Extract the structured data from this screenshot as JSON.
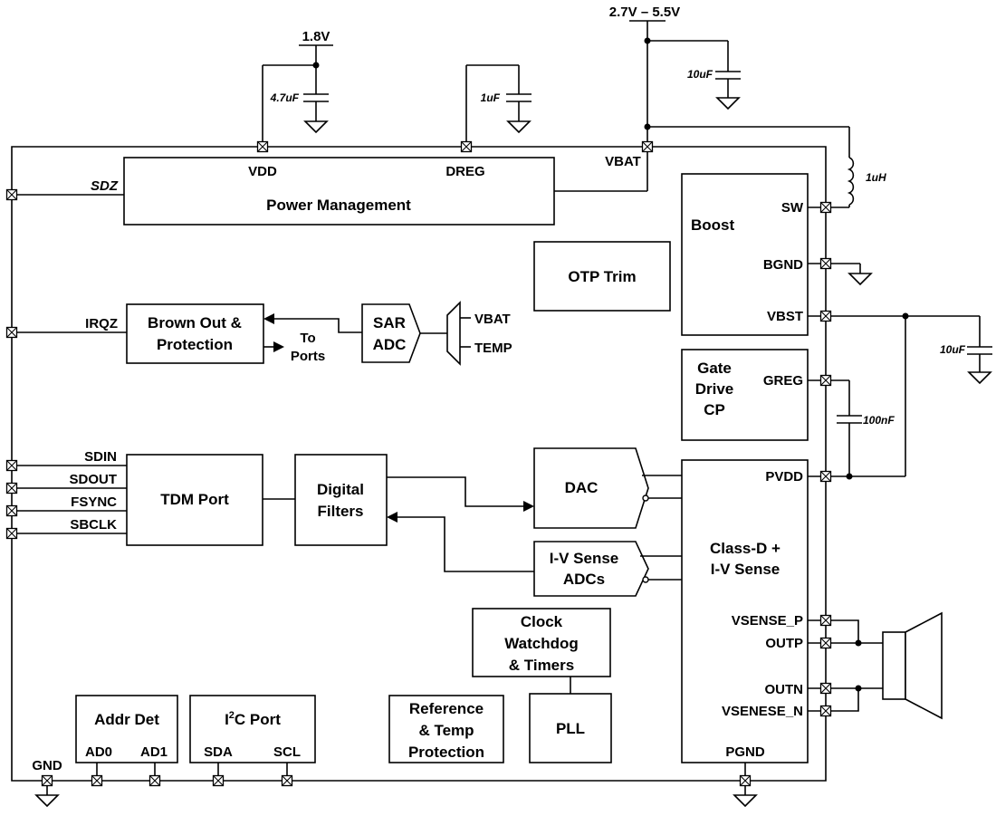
{
  "supplies": {
    "vdd_rail": "1.8V",
    "vbat_rail": "2.7V – 5.5V"
  },
  "components": {
    "cap_vdd": "4.7uF",
    "cap_dreg": "1uF",
    "cap_vbat": "10uF",
    "inductor": "1uH",
    "cap_vbst": "10uF",
    "cap_greg": "100nF"
  },
  "blocks": {
    "power_management": {
      "title": "Power Management",
      "pins": [
        "VDD",
        "DREG",
        "VBAT"
      ]
    },
    "otp_trim": "OTP Trim",
    "boost": {
      "title": "Boost",
      "pins": [
        "SW",
        "BGND",
        "VBST"
      ]
    },
    "gate_drive": {
      "lines": [
        "Gate",
        "Drive",
        "CP"
      ],
      "pin": "GREG"
    },
    "brown_out": {
      "lines": [
        "Brown Out &",
        "Protection"
      ]
    },
    "to_ports": [
      "To",
      "Ports"
    ],
    "sar_adc": {
      "lines": [
        "SAR",
        "ADC"
      ]
    },
    "mux_inputs": [
      "VBAT",
      "TEMP"
    ],
    "tdm_port": "TDM Port",
    "digital_filters": [
      "Digital",
      "Filters"
    ],
    "dac": "DAC",
    "iv_sense_adcs": [
      "I-V Sense",
      "ADCs"
    ],
    "class_d": {
      "lines": [
        "Class-D +",
        "I-V Sense"
      ],
      "pins": [
        "PVDD",
        "VSENSE_P",
        "OUTP",
        "OUTN",
        "VSENESE_N",
        "PGND"
      ]
    },
    "clock_watchdog": [
      "Clock",
      "Watchdog",
      "& Timers"
    ],
    "pll": "PLL",
    "reference": [
      "Reference",
      "& Temp",
      "Protection"
    ],
    "addr_det": {
      "title": "Addr Det",
      "pins": [
        "AD0",
        "AD1"
      ]
    },
    "i2c_port": {
      "title_main": "I",
      "title_sup": "2",
      "title_rest": "C Port",
      "pins": [
        "SDA",
        "SCL"
      ]
    }
  },
  "left_pins": {
    "sdz": "SDZ",
    "irqz": "IRQZ",
    "sdin": "SDIN",
    "sdout": "SDOUT",
    "fsync": "FSYNC",
    "sbclk": "SBCLK"
  },
  "ground_label": "GND"
}
